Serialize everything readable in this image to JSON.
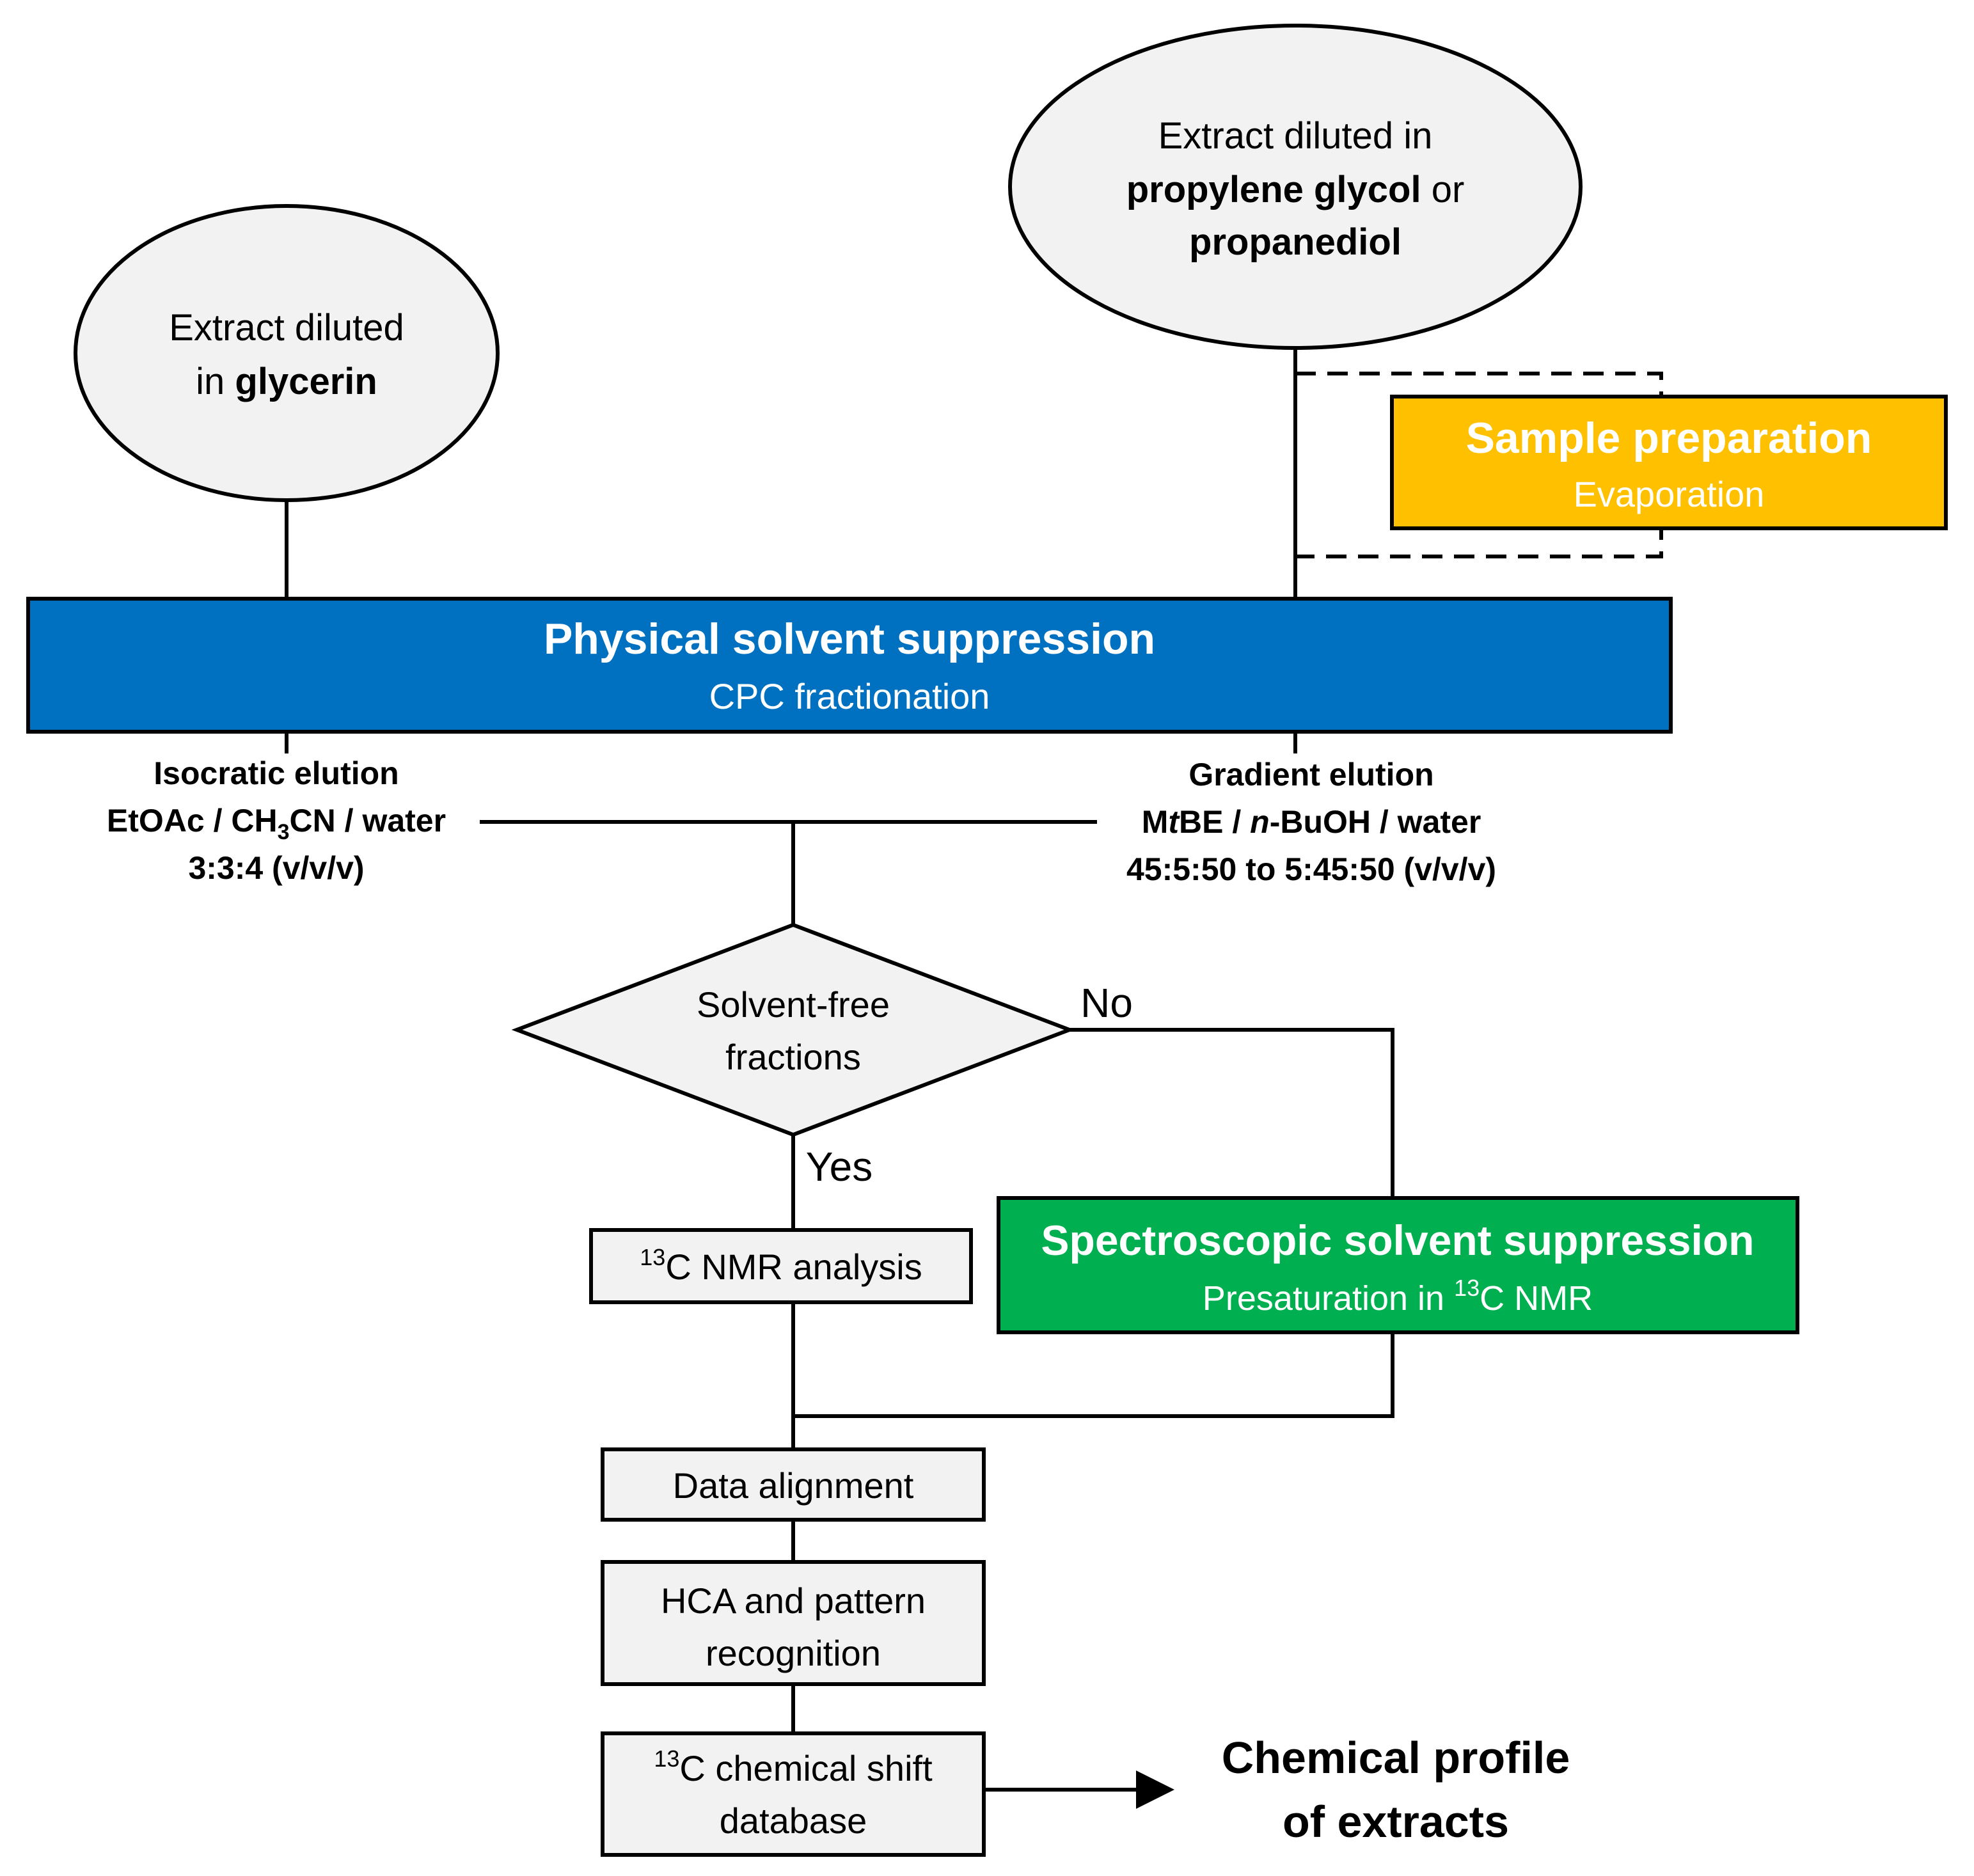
{
  "colors": {
    "node_fill": "#f2f2f2",
    "blue_bar": "#0070c0",
    "sample_prep": "#ffc000",
    "spectroscopic": "#00b050",
    "stroke": "#000000"
  },
  "nodes": {
    "glycerin": {
      "line1": "Extract diluted",
      "line2_prefix": "in ",
      "line2_bold": "glycerin"
    },
    "propylene": {
      "line1": "Extract diluted in",
      "line2_bold": "propylene glycol",
      "line2_suffix": " or",
      "line3_bold": "propanediol"
    },
    "sample_prep": {
      "title": "Sample preparation",
      "subtitle": "Evaporation"
    },
    "physical": {
      "title": "Physical solvent suppression",
      "subtitle": "CPC fractionation"
    },
    "isocratic": {
      "line1": "Isocratic elution",
      "line2_a": "EtOAc / CH",
      "line2_sub": "3",
      "line2_b": "CN / water",
      "line3": "3:3:4 (v/v/v)"
    },
    "gradient": {
      "line1": "Gradient elution",
      "line2_a": "M",
      "line2_italic": "t",
      "line2_b": "BE / ",
      "line2_italic2": "n",
      "line2_c": "-BuOH / water",
      "line3": "45:5:50 to 5:45:50 (v/v/v)"
    },
    "decision": {
      "line1": "Solvent-free",
      "line2": "fractions",
      "no_label": "No",
      "yes_label": "Yes"
    },
    "nmr_analysis": {
      "sup": "13",
      "text": "C NMR analysis"
    },
    "spectroscopic": {
      "title": "Spectroscopic solvent suppression",
      "subtitle_a": "Presaturation in ",
      "subtitle_sup": "13",
      "subtitle_b": "C NMR"
    },
    "data_alignment": {
      "text": "Data alignment"
    },
    "hca": {
      "line1": "HCA and pattern",
      "line2": "recognition"
    },
    "database": {
      "sup": "13",
      "line1": "C chemical shift",
      "line2": "database"
    },
    "output": {
      "line1": "Chemical profile",
      "line2": "of extracts"
    }
  }
}
